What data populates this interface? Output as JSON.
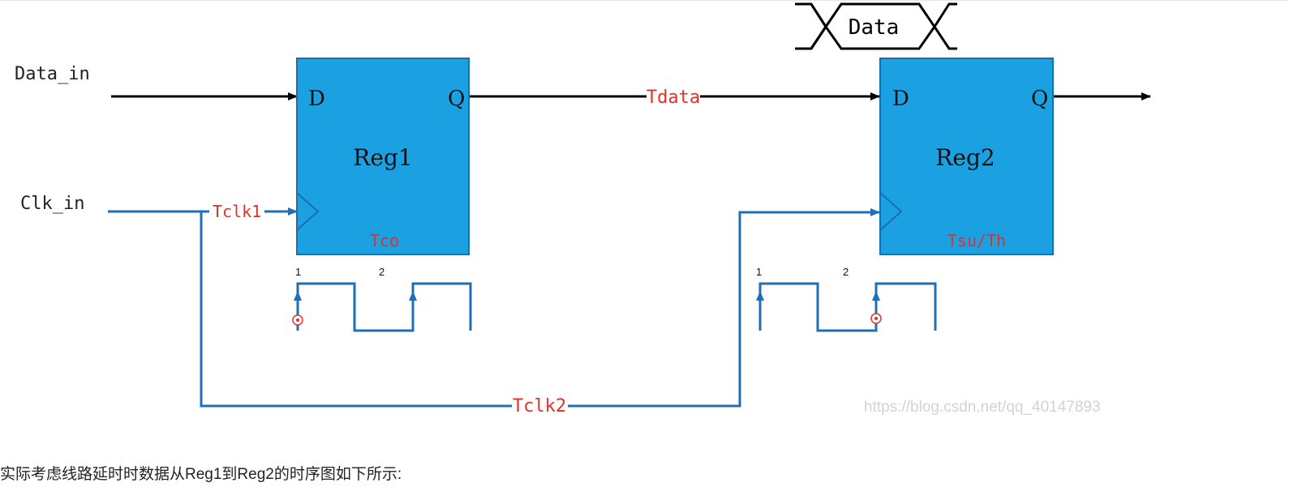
{
  "colors": {
    "register_fill": "#1ba1e2",
    "register_stroke": "#1a6fa8",
    "data_wire": "#000000",
    "clock_wire": "#1f6fb8",
    "delay_label": "#e0312b",
    "text": "#222222",
    "watermark": "#d3d3d3"
  },
  "inputs": {
    "data_in": "Data_in",
    "clk_in": "Clk_in"
  },
  "reg1": {
    "name": "Reg1",
    "d_pin": "D",
    "q_pin": "Q",
    "timing": "Tco"
  },
  "reg2": {
    "name": "Reg2",
    "d_pin": "D",
    "q_pin": "Q",
    "timing": "Tsu/Th"
  },
  "delays": {
    "data_path": "Tdata",
    "clk1": "Tclk1",
    "clk2": "Tclk2"
  },
  "data_window": "Data",
  "clock_waveforms": {
    "reg1": {
      "edge_1": "1",
      "edge_2": "2",
      "sampled_edge": "1"
    },
    "reg2": {
      "edge_1": "1",
      "edge_2": "2",
      "sampled_edge": "2"
    }
  },
  "watermark": "https://blog.csdn.net/qq_40147893",
  "caption": "实际考虑线路延时时数据从Reg1到Reg2的时序图如下所示:"
}
